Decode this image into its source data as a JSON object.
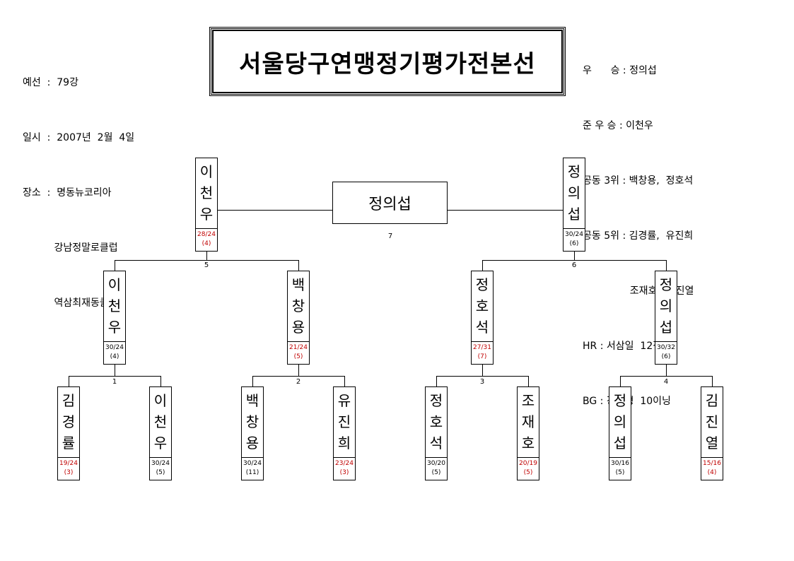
{
  "info_left": [
    "예선  :  79강",
    "일시  :  2007년  2월  4일",
    "장소  :  명동뉴코리아",
    "          강남정말로클럽",
    "          역삼최재동클럽"
  ],
  "title": "서울당구연맹정기평가전본선",
  "info_right": [
    "우      승 : 정의섭",
    "준 우 승 : 이천우",
    "공동 3위 : 백창용,  정호석",
    "공동 5위 : 김경률,  유진희",
    "               조재호,  김진열",
    "HR : 서삼일  12점",
    "BG : 강찬형  10이닝"
  ],
  "champion": "정의섭",
  "final_match_number": "7",
  "semifinal_numbers": [
    "5",
    "6"
  ],
  "quarter_numbers": [
    "1",
    "2",
    "3",
    "4"
  ],
  "finalists": [
    {
      "name": [
        "이",
        "천",
        "우"
      ],
      "score": "28/24",
      "inning": "(4)",
      "loss": true
    },
    {
      "name": [
        "정",
        "의",
        "섭"
      ],
      "score": "30/24",
      "inning": "(6)",
      "loss": false
    }
  ],
  "semifinalists": [
    {
      "name": [
        "이",
        "천",
        "우"
      ],
      "score": "30/24",
      "inning": "(4)",
      "loss": false
    },
    {
      "name": [
        "백",
        "창",
        "용"
      ],
      "score": "21/24",
      "inning": "(5)",
      "loss": true
    },
    {
      "name": [
        "정",
        "호",
        "석"
      ],
      "score": "27/31",
      "inning": "(7)",
      "loss": true
    },
    {
      "name": [
        "정",
        "의",
        "섭"
      ],
      "score": "30/32",
      "inning": "(6)",
      "loss": false
    }
  ],
  "quarterfinalists": [
    {
      "name": [
        "김",
        "경",
        "률"
      ],
      "score": "19/24",
      "inning": "(3)",
      "loss": true
    },
    {
      "name": [
        "이",
        "천",
        "우"
      ],
      "score": "30/24",
      "inning": "(5)",
      "loss": false
    },
    {
      "name": [
        "백",
        "창",
        "용"
      ],
      "score": "30/24",
      "inning": "(11)",
      "loss": false
    },
    {
      "name": [
        "유",
        "진",
        "희"
      ],
      "score": "23/24",
      "inning": "(3)",
      "loss": true
    },
    {
      "name": [
        "정",
        "호",
        "석"
      ],
      "score": "30/20",
      "inning": "(5)",
      "loss": false
    },
    {
      "name": [
        "조",
        "재",
        "호"
      ],
      "score": "20/19",
      "inning": "(5)",
      "loss": true
    },
    {
      "name": [
        "정",
        "의",
        "섭"
      ],
      "score": "30/16",
      "inning": "(5)",
      "loss": false
    },
    {
      "name": [
        "김",
        "진",
        "열"
      ],
      "score": "15/16",
      "inning": "(4)",
      "loss": true
    }
  ]
}
